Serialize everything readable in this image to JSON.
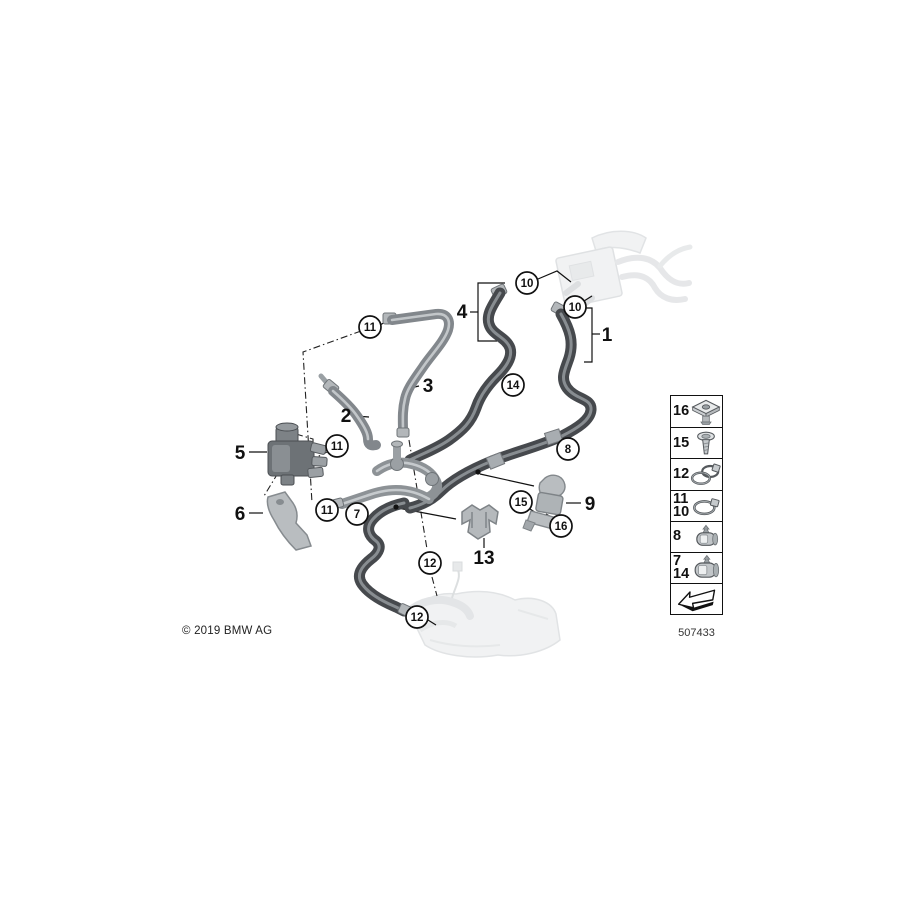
{
  "copyright": "© 2019 BMW AG",
  "doc_number": "507433",
  "callouts": {
    "c10a": "10",
    "c10b": "10",
    "c11a": "11",
    "c11b": "11",
    "c11c": "11",
    "c14": "14",
    "c8": "8",
    "c7": "7",
    "c15": "15",
    "c16": "16",
    "c12a": "12",
    "c12b": "12"
  },
  "labels": {
    "l1": "1",
    "l2": "2",
    "l3": "3",
    "l4": "4",
    "l5": "5",
    "l6": "6",
    "l9": "9",
    "l13": "13"
  },
  "legend": {
    "rows": [
      {
        "labels": [
          "16"
        ],
        "icon": "flange-nut-icon"
      },
      {
        "labels": [
          "15"
        ],
        "icon": "screw-icon"
      },
      {
        "labels": [
          "12"
        ],
        "icon": "double-hose-clamp-icon"
      },
      {
        "labels": [
          "11",
          "10"
        ],
        "icon": "hose-clamp-icon"
      },
      {
        "labels": [
          "8"
        ],
        "icon": "hose-holder-clip-icon"
      },
      {
        "labels": [
          "7",
          "14"
        ],
        "icon": "hose-holder-clip-large-icon"
      },
      {
        "labels": [],
        "icon": "direction-arrow-icon"
      }
    ]
  }
}
